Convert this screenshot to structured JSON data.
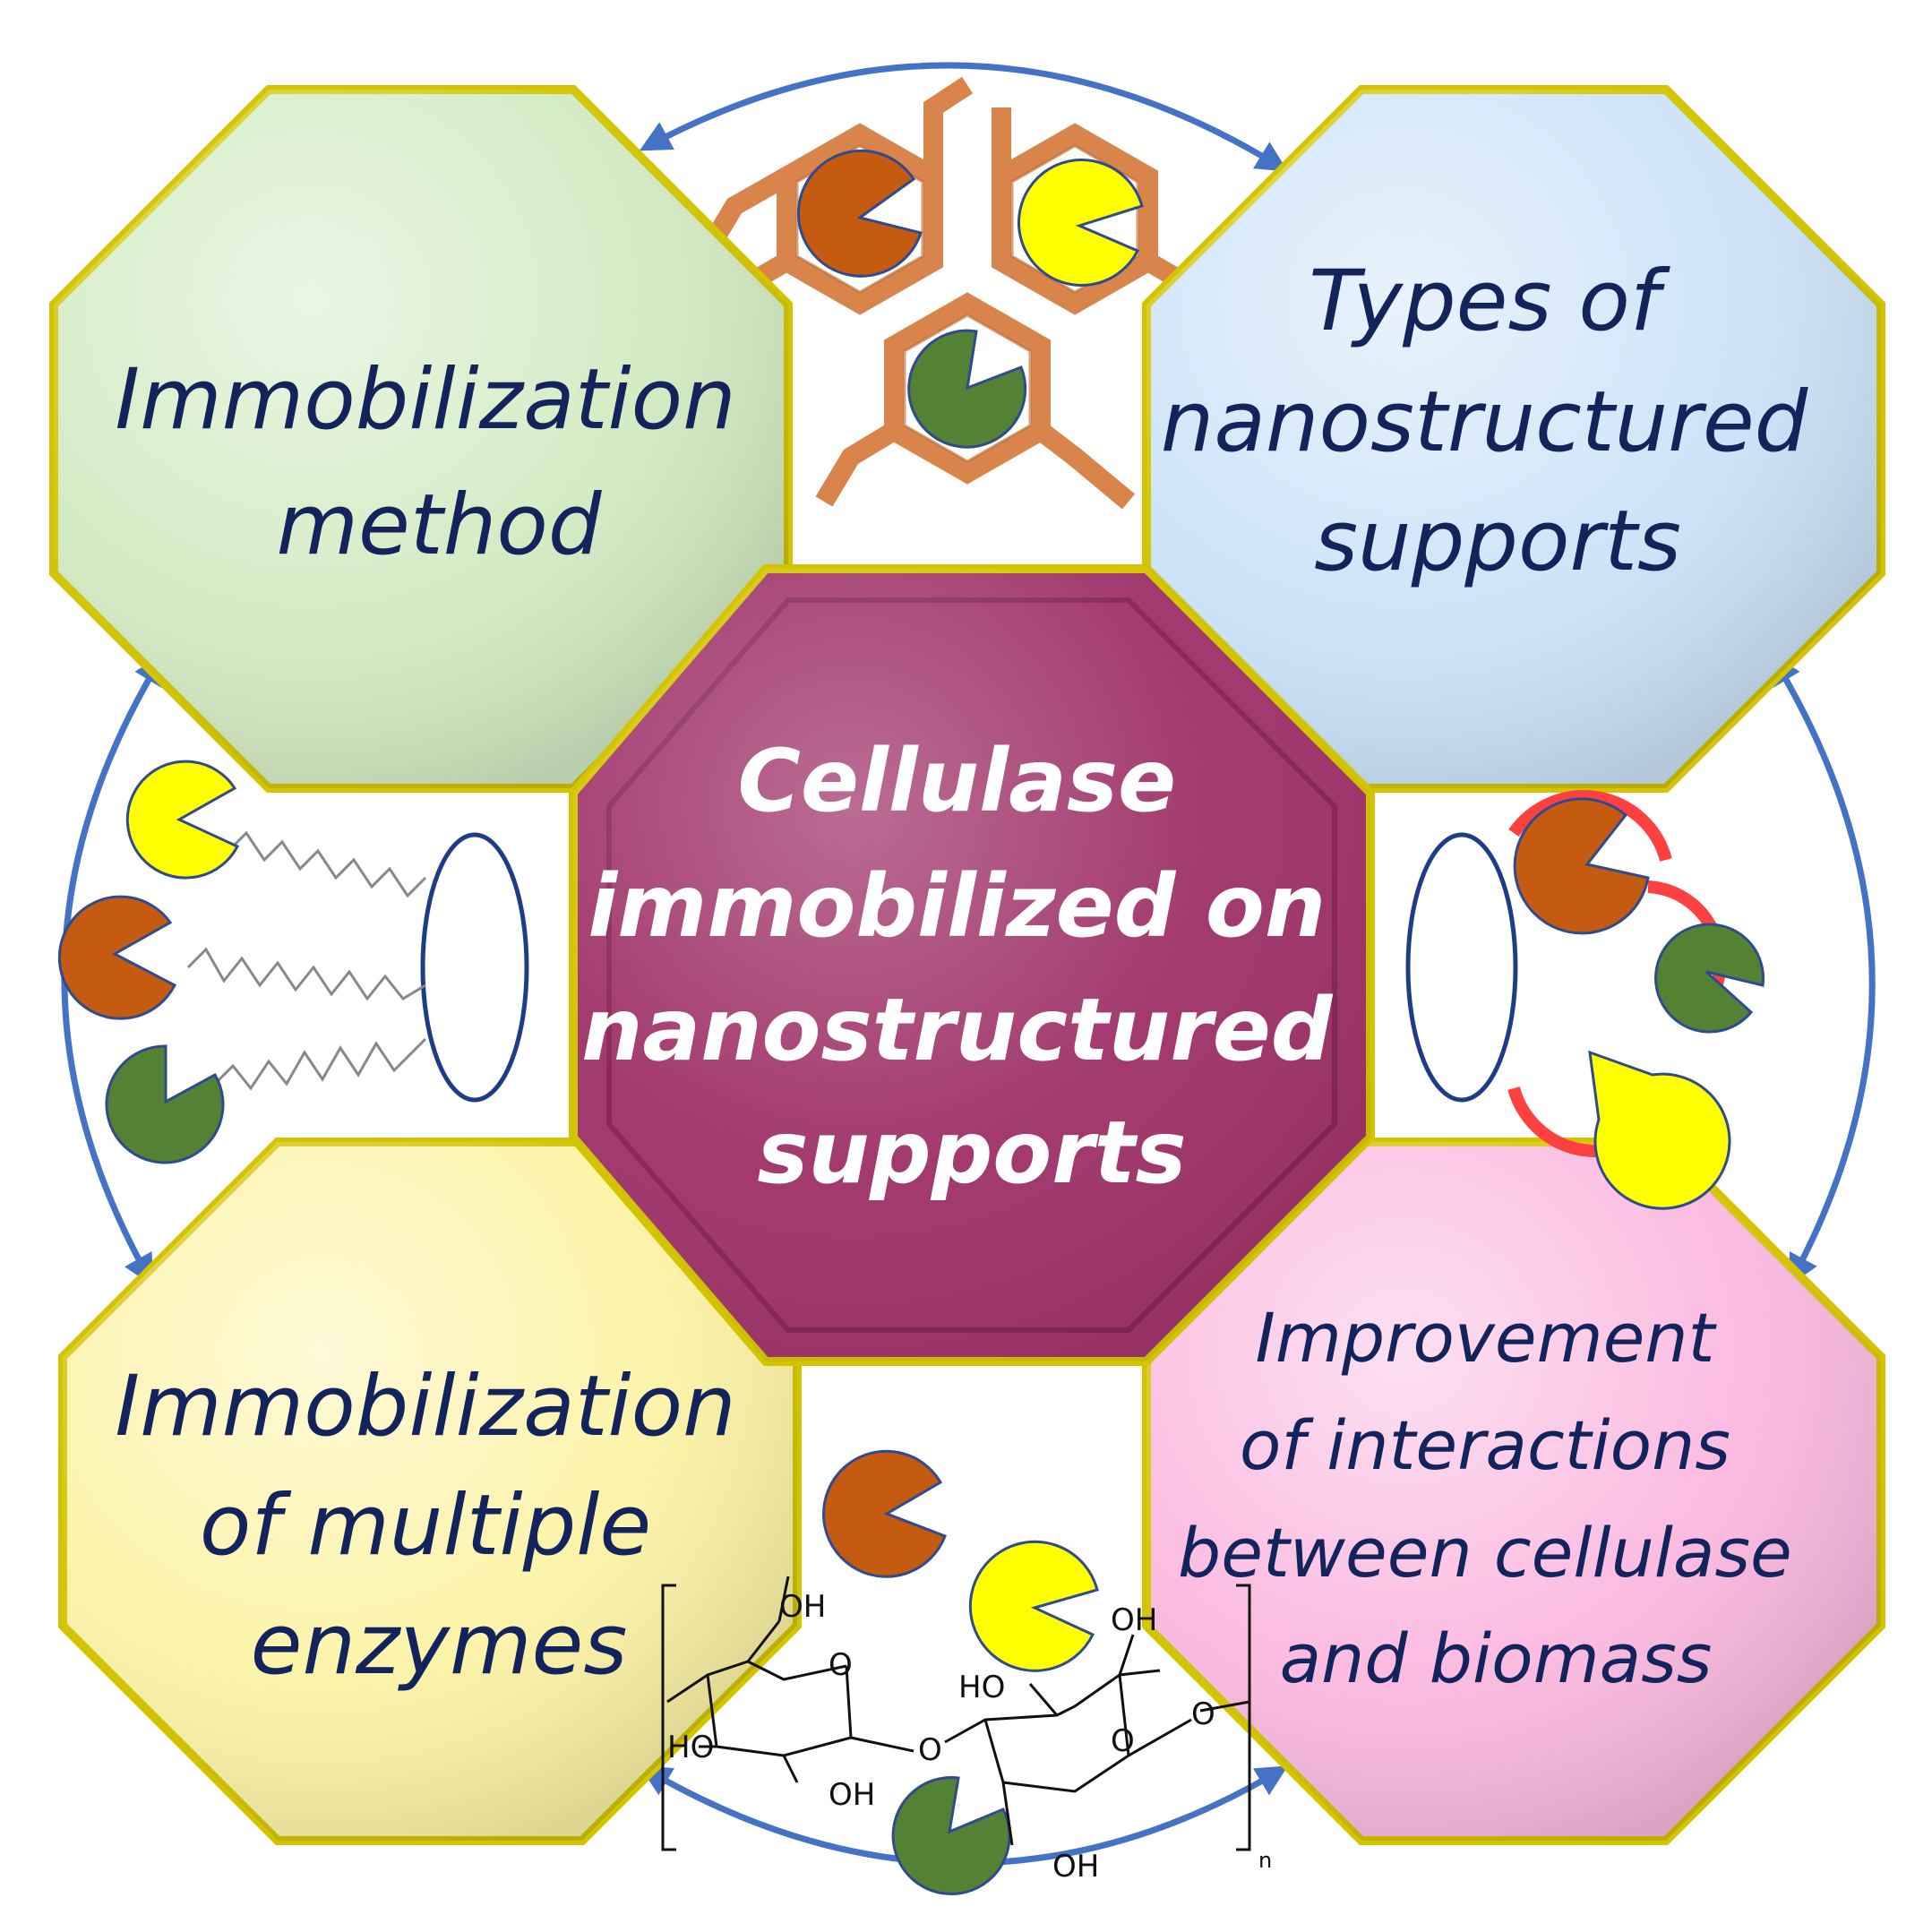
{
  "center": {
    "lines": [
      "Cellulase",
      "immobilized on",
      "nanostructured",
      "supports"
    ],
    "color": "#a0356b"
  },
  "top_left": {
    "lines": [
      "Immobilization",
      "method"
    ],
    "color": "#d2ebc2"
  },
  "top_right": {
    "lines": [
      "Types of",
      "nanostructured",
      "supports"
    ],
    "color": "#cce3f8"
  },
  "bottom_left": {
    "lines": [
      "Immobilization",
      "of multiple",
      "enzymes"
    ],
    "color": "#fdf3a6"
  },
  "bottom_right": {
    "lines": [
      "Improvement",
      "of interactions",
      "between cellulase",
      "and biomass"
    ],
    "color": "#fbb9df"
  },
  "cellulose_labels": {
    "oh_top_left": "OH",
    "oh_top_right": "OH",
    "ho_left": "HO",
    "ho_mid": "HO",
    "oh_bottom": "OH",
    "oh_ch2": "OH",
    "ring_o_1": "O",
    "ring_o_2": "O",
    "bridge_o": "O",
    "end_o": "O",
    "repeat_n": "n"
  },
  "colors": {
    "arrow": "#4472c4",
    "octagon_border": "#d4c400",
    "text": "#13235c",
    "enzyme_orange": "#c55a11",
    "enzyme_yellow": "#ffff00",
    "enzyme_green": "#548235",
    "honeycomb": "#d9844b",
    "interaction_arc": "#ff4040"
  }
}
